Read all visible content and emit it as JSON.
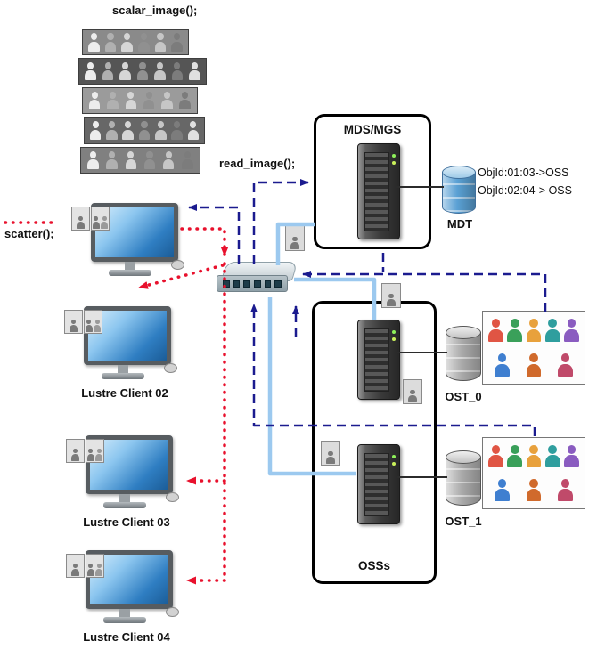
{
  "diagram": {
    "title_functions": {
      "scalar_image": "scalar_image();",
      "read_image": "read_image();",
      "scatter": "scatter();"
    },
    "mds": {
      "label": "MDS/MGS"
    },
    "mdt": {
      "label": "MDT",
      "mappings": [
        "ObjId:01:03->OSS",
        "ObjId:02:04-> OSS"
      ]
    },
    "oss": {
      "label": "OSSs"
    },
    "ost0": {
      "label": "OST_0"
    },
    "ost1": {
      "label": "OST_1"
    },
    "clients": {
      "c02": "Lustre Client 02",
      "c03": "Lustre Client 03",
      "c04": "Lustre Client 04"
    },
    "colors": {
      "dashed_arrow": "#1b1b8f",
      "dotted_arrow": "#e8112d",
      "network_link": "#9cc9ef"
    }
  }
}
